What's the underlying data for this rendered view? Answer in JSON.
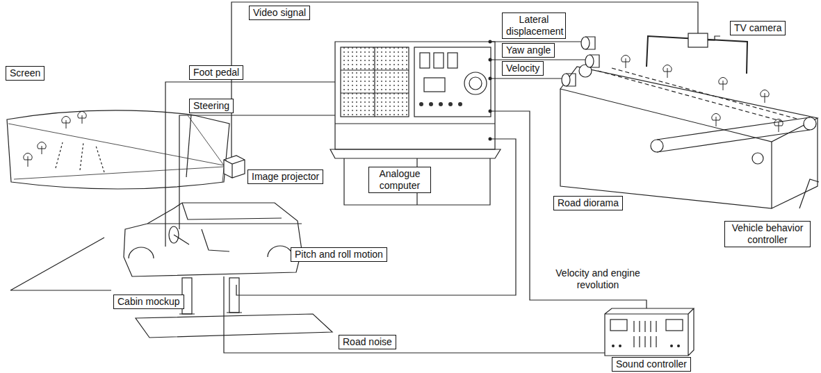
{
  "diagram": {
    "nodes": [
      {
        "text": [
          "Video signal"
        ]
      },
      {
        "text": [
          "Lateral displacement"
        ]
      },
      {
        "text": [
          "Yaw angle"
        ]
      },
      {
        "text": [
          "TV camera"
        ]
      },
      {
        "text": [
          "Velocity"
        ]
      },
      {
        "text": [
          "Foot pedal"
        ]
      },
      {
        "text": [
          "Steering"
        ]
      },
      {
        "text": [
          "Screen"
        ]
      },
      {
        "text": [
          "Image projector"
        ]
      },
      {
        "text": [
          "Analogue computer"
        ]
      },
      {
        "text": [
          "Road diorama"
        ]
      },
      {
        "text": [
          "Vehicle behavior controller"
        ]
      },
      {
        "text": [
          "Pitch and roll motion"
        ]
      },
      {
        "text": [
          "Cabin mockup"
        ]
      },
      {
        "text": [
          "Road noise"
        ]
      },
      {
        "text": [
          "Sound controller"
        ]
      }
    ],
    "labels": [
      "Velocity and engine revolution"
    ]
  }
}
